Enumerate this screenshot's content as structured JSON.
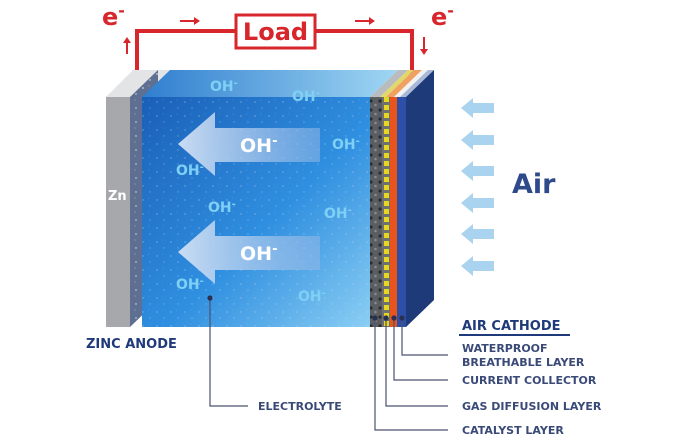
{
  "circuit": {
    "electron_left": "e",
    "electron_right": "e",
    "electron_sup": "-",
    "load": "Load"
  },
  "electrode": {
    "zn": "Zn"
  },
  "ions": {
    "small": "OH",
    "big": "OH",
    "sup": "-"
  },
  "air": "Air",
  "labels": {
    "zinc_anode": "ZINC ANODE",
    "air_cathode": "AIR CATHODE",
    "waterproof_1": "WATERPROOF",
    "waterproof_2": "BREATHABLE LAYER",
    "current_collector": "CURRENT COLLECTOR",
    "gas_diffusion": "GAS DIFFUSION LAYER",
    "catalyst": "CATALYST LAYER",
    "electrolyte": "ELECTROLYTE"
  },
  "colors": {
    "wire": "#d8262d",
    "navy": "#1f3a7a",
    "label": "#3a4a78",
    "air": "#2e4a8a",
    "ion_light": "#7fd0f5",
    "air_arrow": "#a9d3ee",
    "orange": "#e8541c",
    "yellow": "#e6d620"
  }
}
